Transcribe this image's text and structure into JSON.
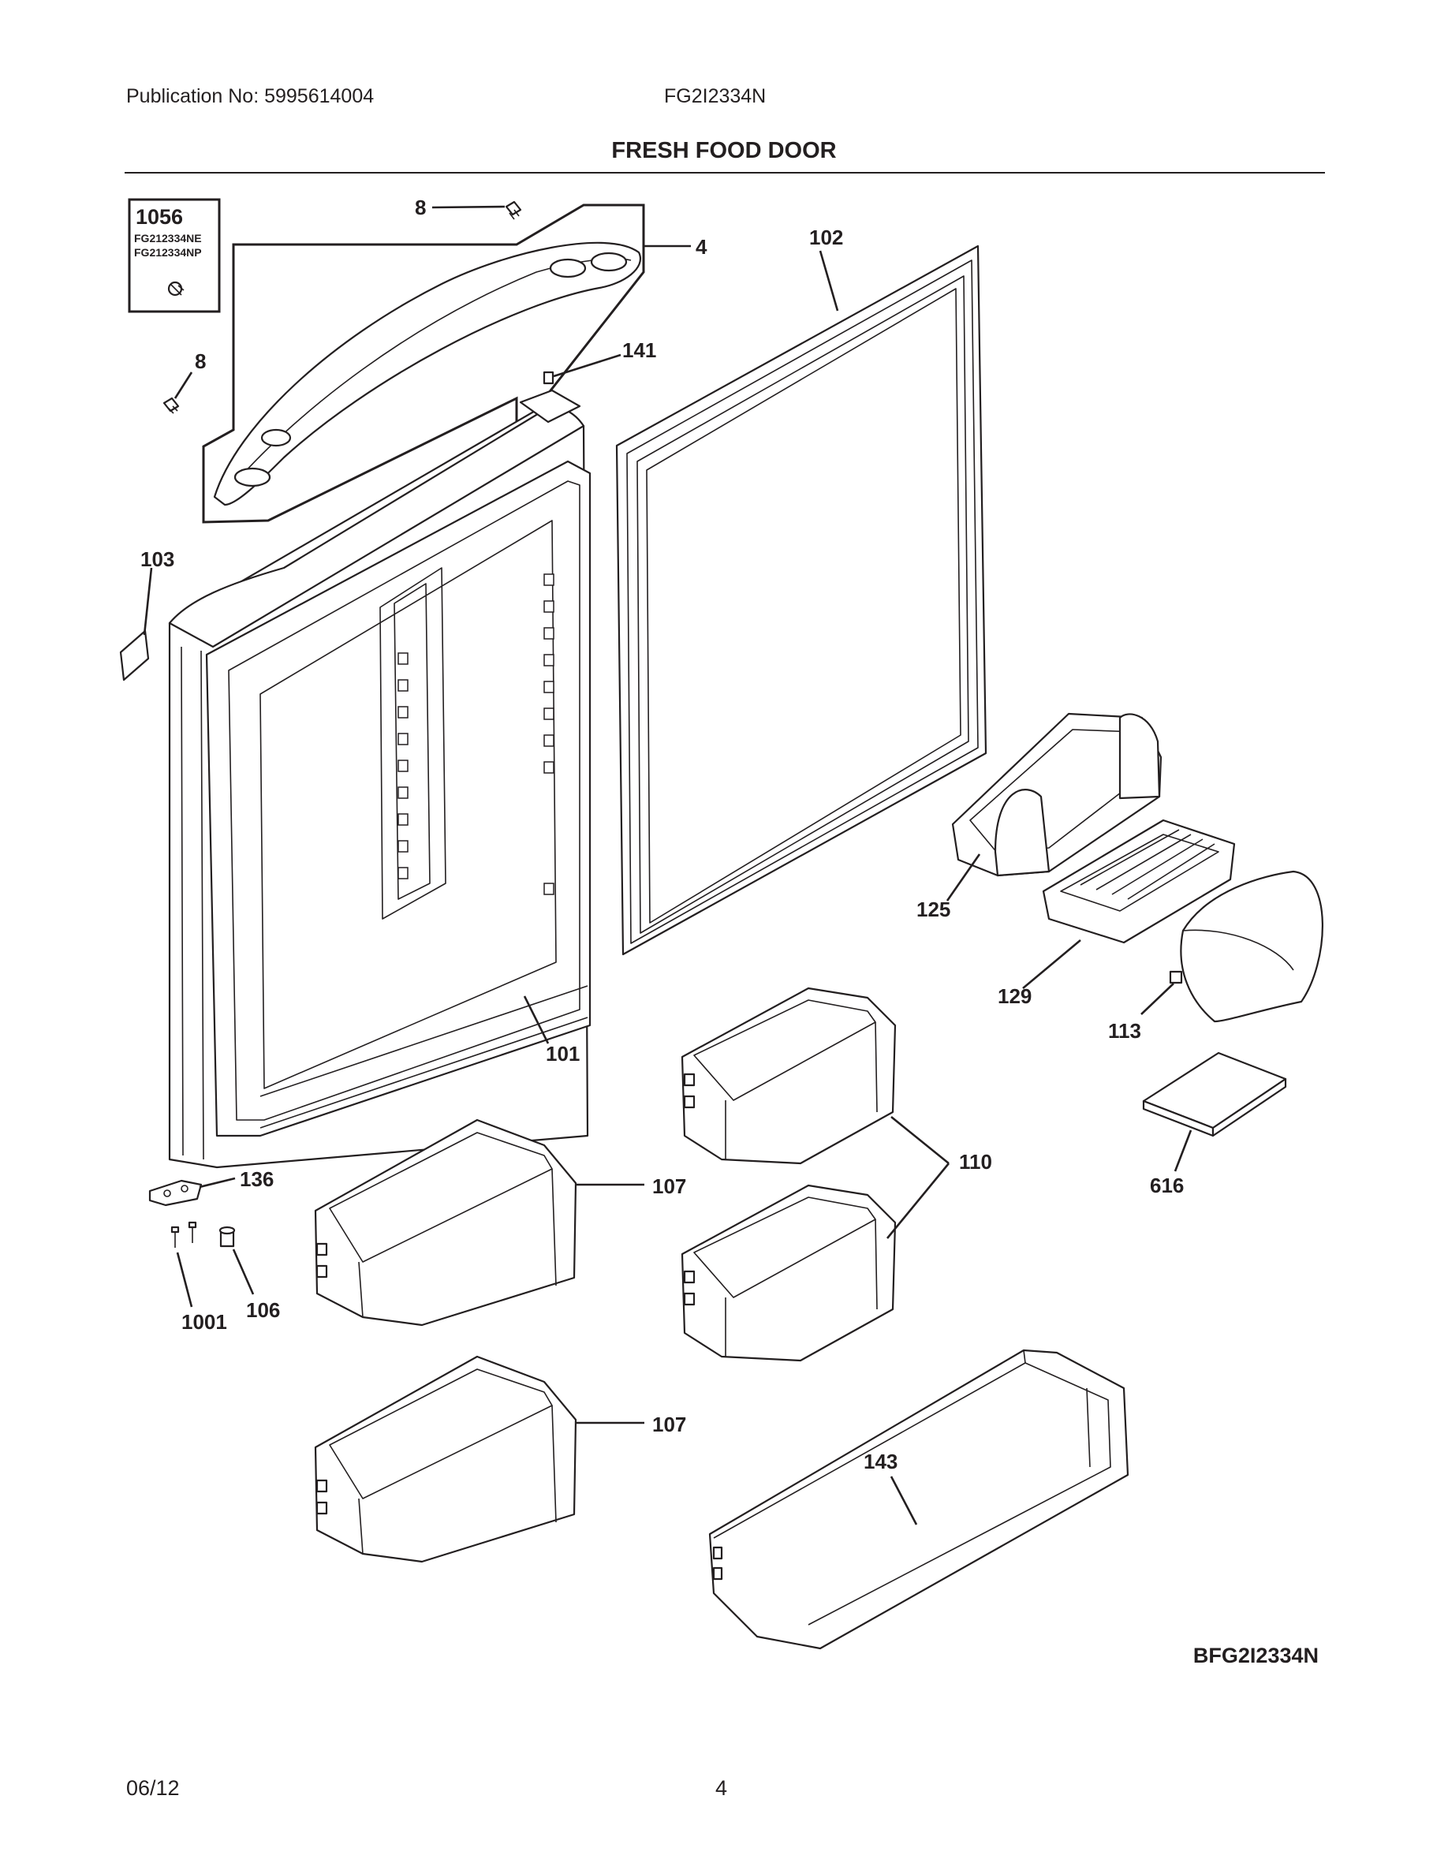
{
  "header": {
    "publication": "Publication No: 5995614004",
    "model": "FG2I2334N",
    "title": "FRESH FOOD DOOR"
  },
  "inset": {
    "number": "1056",
    "models": [
      "FG212334NE",
      "FG212334NP"
    ]
  },
  "callouts": {
    "c8a": "8",
    "c4": "4",
    "c102": "102",
    "c8b": "8",
    "c141": "141",
    "c103": "103",
    "c125": "125",
    "c129": "129",
    "c113": "113",
    "c101": "101",
    "c110": "110",
    "c616": "616",
    "c136": "136",
    "c107a": "107",
    "c1001": "1001",
    "c106": "106",
    "c107b": "107",
    "c143": "143"
  },
  "diagram_code": "BFG2I2334N",
  "footer": {
    "date": "06/12",
    "page": "4"
  }
}
